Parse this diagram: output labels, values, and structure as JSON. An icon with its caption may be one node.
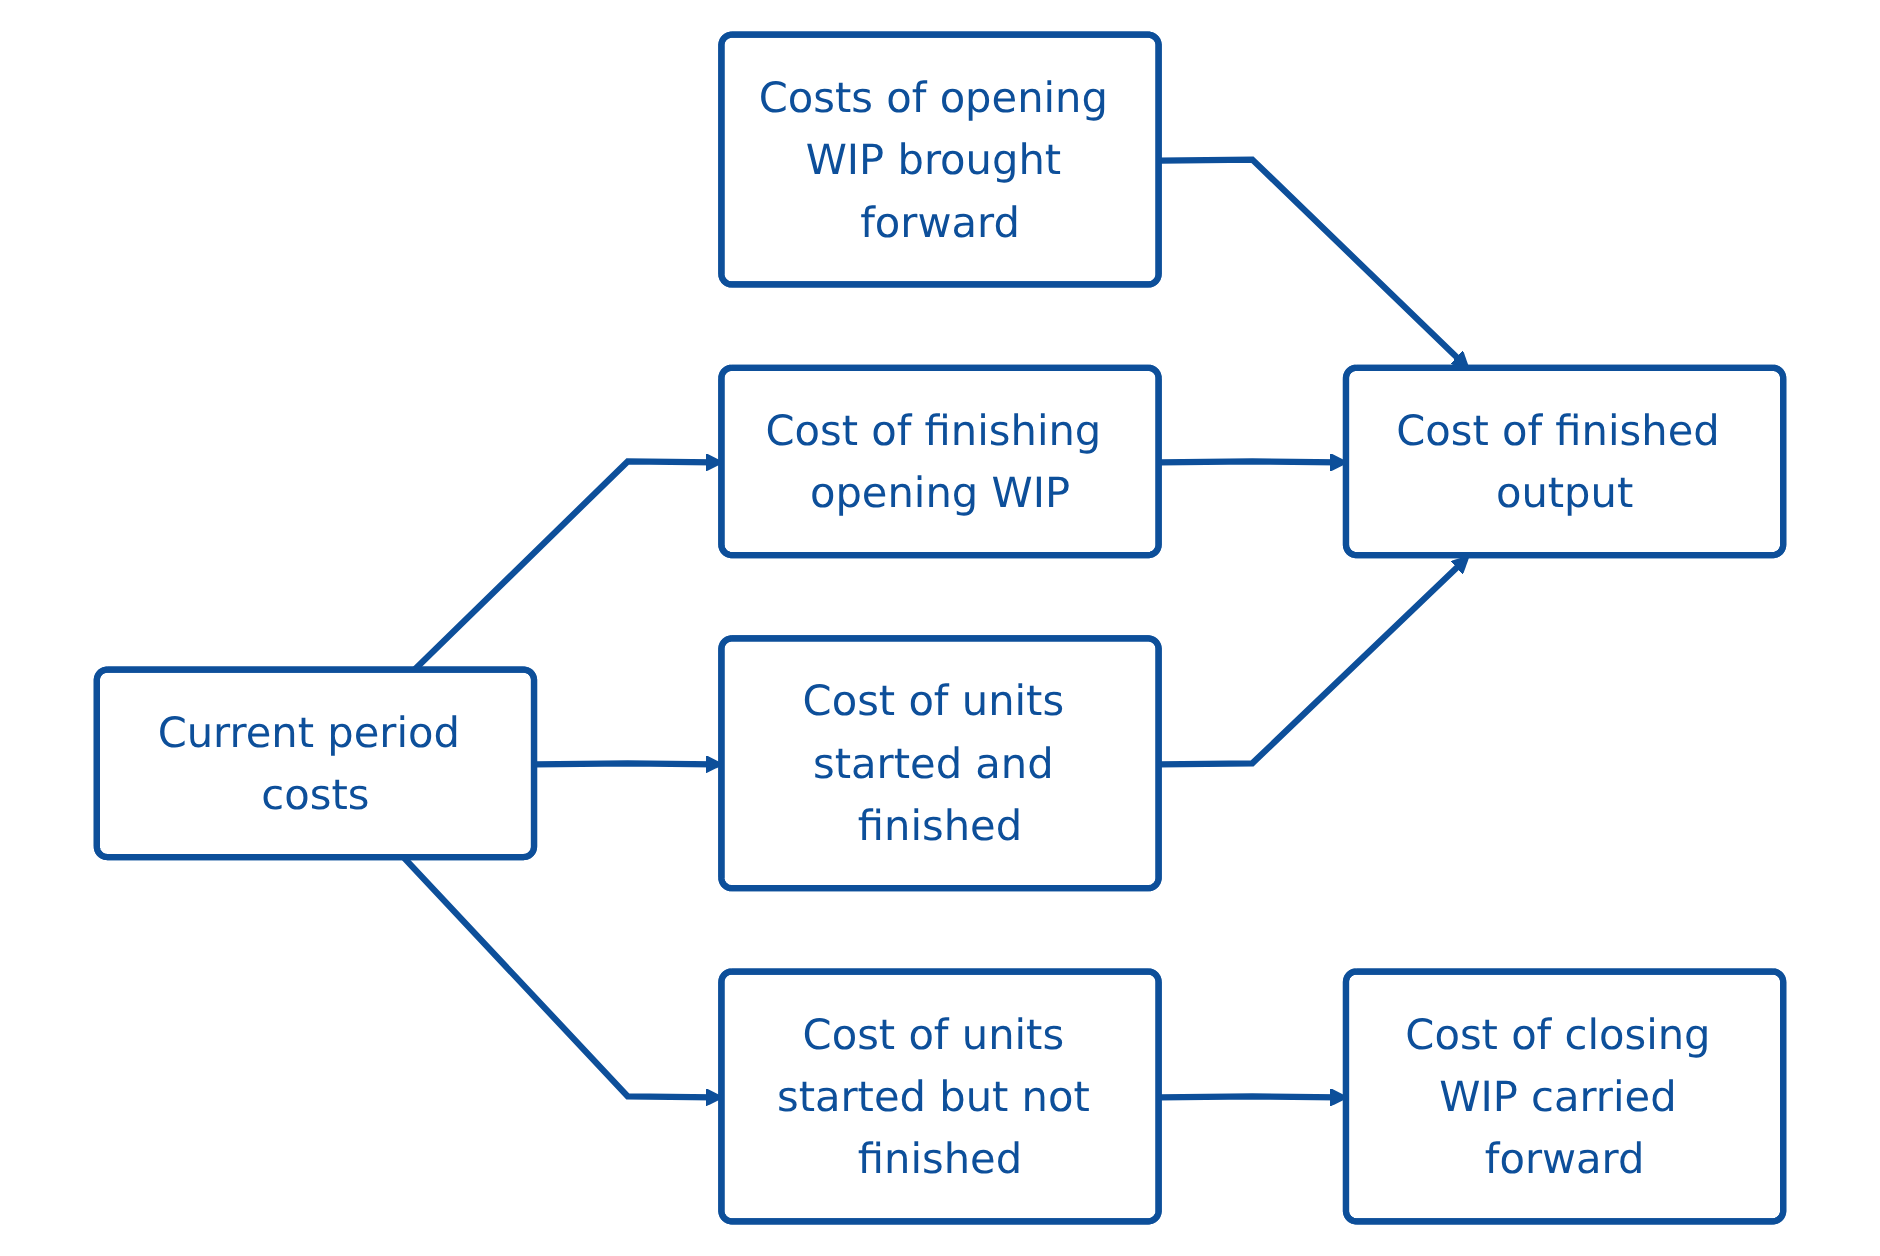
{
  "diagram": {
    "nodes": [
      {
        "text": [
          "Costs of opening WIP brought forward"
        ]
      },
      {
        "text": [
          "Cost of finished output"
        ]
      },
      {
        "text": [
          "Cost of finishing opening WIP"
        ]
      },
      {
        "text": [
          "Current period costs"
        ]
      },
      {
        "text": [
          "Cost of units started and finished"
        ]
      },
      {
        "text": [
          "Cost of units started but not finished"
        ]
      },
      {
        "text": [
          "Cost of closing WIP carried forward"
        ]
      }
    ],
    "edges": [
      {
        "from": 0,
        "to": 1,
        "arrow": "to"
      },
      {
        "from": 3,
        "to": 2,
        "arrow": "to"
      },
      {
        "from": 3,
        "to": 4,
        "arrow": "to"
      },
      {
        "from": 3,
        "to": 5,
        "arrow": "to"
      },
      {
        "from": 2,
        "to": 1,
        "arrow": "to"
      },
      {
        "from": 4,
        "to": 1,
        "arrow": "to"
      },
      {
        "from": 5,
        "to": 6,
        "arrow": "to"
      }
    ]
  }
}
